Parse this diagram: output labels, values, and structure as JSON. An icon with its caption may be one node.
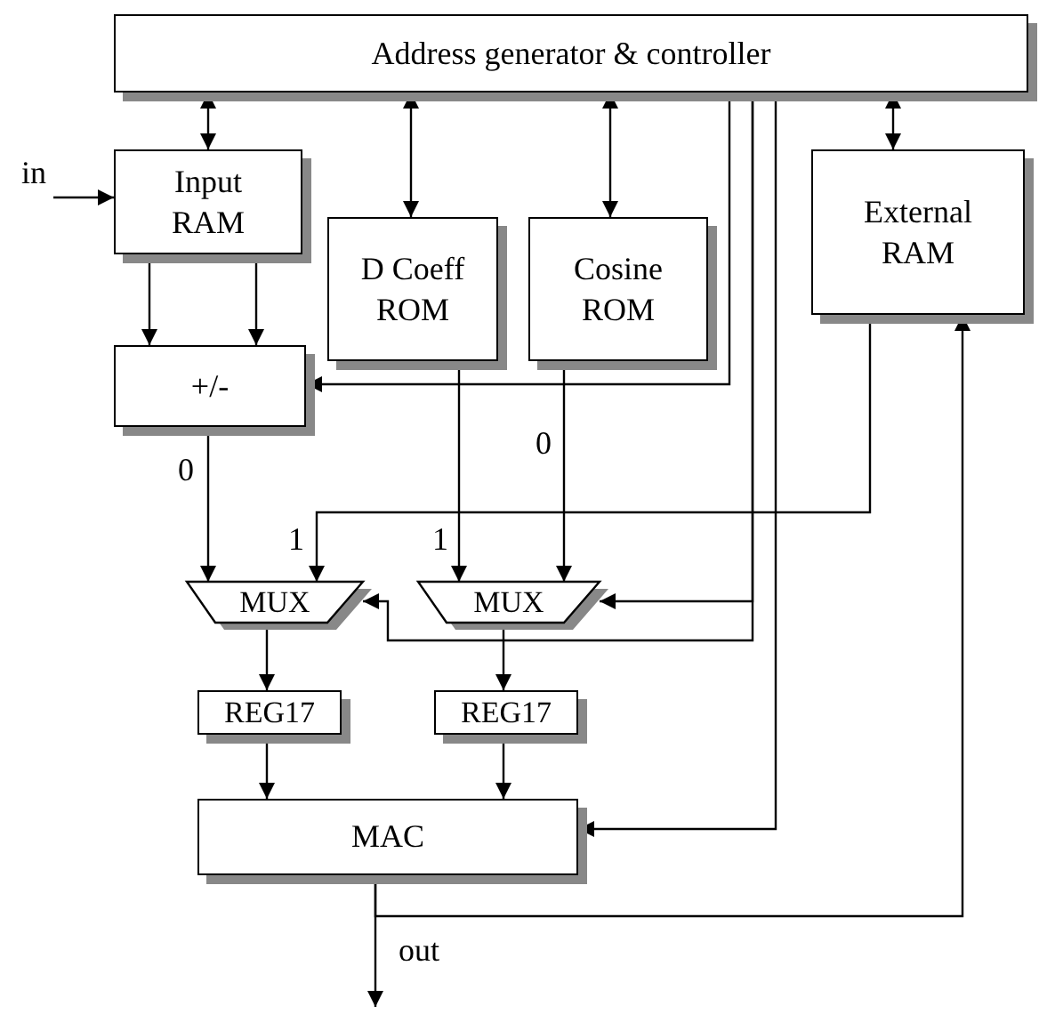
{
  "diagram": {
    "nodes": [
      {
        "text": [
          "Address generator & controller"
        ]
      },
      {
        "text": [
          "Input RAM"
        ]
      },
      {
        "text": [
          "D  Coeff ROM"
        ]
      },
      {
        "text": [
          "Cosine ROM"
        ]
      },
      {
        "text": [
          "External RAM"
        ]
      },
      {
        "text": [
          "+/-"
        ]
      },
      {
        "text": [
          "MUX"
        ]
      },
      {
        "text": [
          "MUX"
        ]
      },
      {
        "text": [
          "REG17"
        ]
      },
      {
        "text": [
          "REG17"
        ]
      },
      {
        "text": [
          "MAC"
        ]
      }
    ],
    "edges": [
      {
        "from": 0,
        "to": 1,
        "arrow": "both"
      },
      {
        "from": 0,
        "to": 2,
        "arrow": "both"
      },
      {
        "from": 0,
        "to": 3,
        "arrow": "both"
      },
      {
        "from": 0,
        "to": 4,
        "arrow": "both"
      },
      {
        "from": null,
        "to": 1,
        "arrow": "to",
        "label": "in"
      },
      {
        "from": 1,
        "to": 5,
        "arrow": "to"
      },
      {
        "from": 1,
        "to": 5,
        "arrow": "to"
      },
      {
        "from": 0,
        "to": 5,
        "arrow": "to"
      },
      {
        "from": 2,
        "to": 7,
        "arrow": "to",
        "label": "1"
      },
      {
        "from": 3,
        "to": 7,
        "arrow": "to",
        "label": "0"
      },
      {
        "from": 5,
        "to": 6,
        "arrow": "to",
        "label": "0"
      },
      {
        "from": 4,
        "to": 6,
        "arrow": "to",
        "label": "1"
      },
      {
        "from": 0,
        "to": 6,
        "arrow": "to"
      },
      {
        "from": 0,
        "to": 7,
        "arrow": "to"
      },
      {
        "from": 6,
        "to": 8,
        "arrow": "to"
      },
      {
        "from": 7,
        "to": 9,
        "arrow": "to"
      },
      {
        "from": 0,
        "to": 10,
        "arrow": "to"
      },
      {
        "from": 8,
        "to": 10,
        "arrow": "to"
      },
      {
        "from": 9,
        "to": 10,
        "arrow": "to"
      },
      {
        "from": 10,
        "to": 4,
        "arrow": "to"
      },
      {
        "from": 10,
        "to": null,
        "arrow": "to",
        "label": "out"
      }
    ]
  }
}
